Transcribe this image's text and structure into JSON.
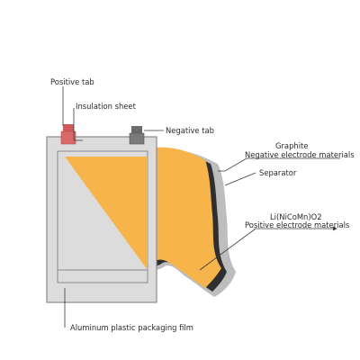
{
  "labels": {
    "positive_tab": "Positive tab",
    "insulation_sheet": "Insulation sheet",
    "negative_tab": "Negative tab",
    "graphite_line1": "Graphite",
    "graphite_line2": "Negative electrode materials",
    "separator": "Separator",
    "cathode_line1": "Li(NiCoMn)O2",
    "cathode_line2": "Positive electrode materials",
    "packaging": "Aluminum plastic packaging film"
  },
  "colors": {
    "positive_electrode": "#f6b44a",
    "graphite": "#2f2f2f",
    "separator": "#bdbdbd",
    "packaging_film": "#dcdcdc",
    "frame": "#8a8a8a",
    "positive_tab": "#d05a5a",
    "negative_tab": "#6b6b6b",
    "leader_line": "#3a3a3a"
  }
}
